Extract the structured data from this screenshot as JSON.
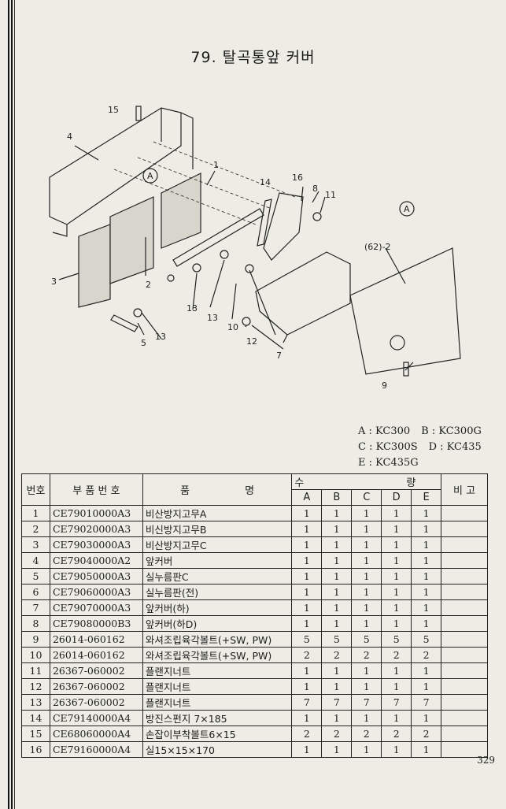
{
  "title": "79. 탈곡통앞 커버",
  "diagram": {
    "callouts": [
      "1",
      "2",
      "3",
      "4",
      "5",
      "7",
      "8",
      "10",
      "11",
      "12",
      "13",
      "13",
      "13",
      "14",
      "15",
      "16",
      "9",
      "(62)-2"
    ],
    "circle_label": "A"
  },
  "legend": [
    {
      "a": "A : KC300",
      "b": "B : KC300G"
    },
    {
      "a": "C : KC300S",
      "b": "D : KC435"
    },
    {
      "a": "E : KC435G",
      "b": ""
    }
  ],
  "table": {
    "headers": {
      "no": "번호",
      "part_no": "부 품 번 호",
      "name_left": "품",
      "name_right": "명",
      "qty_left": "수",
      "qty_right": "량",
      "remark": "비 고",
      "qty_cols": [
        "A",
        "B",
        "C",
        "D",
        "E"
      ]
    },
    "rows": [
      {
        "no": "1",
        "code": "CE79010000A3",
        "name": "비산방지고무A",
        "q": [
          "1",
          "1",
          "1",
          "1",
          "1"
        ]
      },
      {
        "no": "2",
        "code": "CE79020000A3",
        "name": "비신방지고무B",
        "q": [
          "1",
          "1",
          "1",
          "1",
          "1"
        ]
      },
      {
        "no": "3",
        "code": "CE79030000A3",
        "name": "비산방지고무C",
        "q": [
          "1",
          "1",
          "1",
          "1",
          "1"
        ]
      },
      {
        "no": "4",
        "code": "CE79040000A2",
        "name": "앞커버",
        "q": [
          "1",
          "1",
          "1",
          "1",
          "1"
        ]
      },
      {
        "no": "5",
        "code": "CE79050000A3",
        "name": "실누름판C",
        "q": [
          "1",
          "1",
          "1",
          "1",
          "1"
        ]
      },
      {
        "no": "6",
        "code": "CE79060000A3",
        "name": "실누름판(전)",
        "q": [
          "1",
          "1",
          "1",
          "1",
          "1"
        ]
      },
      {
        "no": "7",
        "code": "CE79070000A3",
        "name": "앞커버(하)",
        "q": [
          "1",
          "1",
          "1",
          "1",
          "1"
        ]
      },
      {
        "no": "8",
        "code": "CE79080000B3",
        "name": "앞커버(하D)",
        "q": [
          "1",
          "1",
          "1",
          "1",
          "1"
        ]
      },
      {
        "no": "9",
        "code": "26014-060162",
        "name": "와셔조립육각볼트(+SW, PW)",
        "q": [
          "5",
          "5",
          "5",
          "5",
          "5"
        ]
      },
      {
        "no": "10",
        "code": "26014-060162",
        "name": "와셔조립육각볼트(+SW, PW)",
        "q": [
          "2",
          "2",
          "2",
          "2",
          "2"
        ]
      },
      {
        "no": "11",
        "code": "26367-060002",
        "name": "플랜지너트",
        "q": [
          "1",
          "1",
          "1",
          "1",
          "1"
        ]
      },
      {
        "no": "12",
        "code": "26367-060002",
        "name": "플랜지너트",
        "q": [
          "1",
          "1",
          "1",
          "1",
          "1"
        ]
      },
      {
        "no": "13",
        "code": "26367-060002",
        "name": "플랜지너트",
        "q": [
          "7",
          "7",
          "7",
          "7",
          "7"
        ]
      },
      {
        "no": "14",
        "code": "CE79140000A4",
        "name": "방진스펀지 7×185",
        "q": [
          "1",
          "1",
          "1",
          "1",
          "1"
        ]
      },
      {
        "no": "15",
        "code": "CE68060000A4",
        "name": "손잡이부착볼트6×15",
        "q": [
          "2",
          "2",
          "2",
          "2",
          "2"
        ]
      },
      {
        "no": "16",
        "code": "CE79160000A4",
        "name": "실15×15×170",
        "q": [
          "1",
          "1",
          "1",
          "1",
          "1"
        ]
      }
    ]
  },
  "page_number": "329"
}
